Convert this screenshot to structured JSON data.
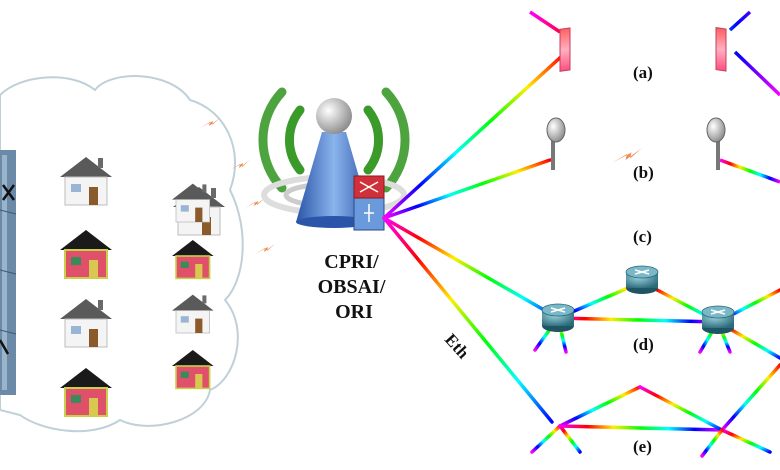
{
  "labels": {
    "radio_protocols": [
      "CPRI/",
      "OBSAI/",
      "ORI"
    ],
    "eth": "Eth",
    "option_a": "(a)",
    "option_b": "(b)",
    "option_c": "(c)",
    "option_d": "(d)",
    "option_e": "(e)"
  },
  "icons": {
    "antenna_tower": "radio-tower-icon",
    "switch": "network-switch-icon",
    "house": "house-icon",
    "building": "building-icon",
    "mirror": "fso-mirror-icon",
    "dish": "microwave-dish-icon",
    "router": "router-icon",
    "wireless": "lightning-bolt-icon"
  },
  "colors": {
    "rainbow": [
      "#ff0000",
      "#ff8800",
      "#ffff00",
      "#00ff00",
      "#00ffff",
      "#0000ff",
      "#ff00ff"
    ],
    "tower_blue": "#3a6fc4",
    "waves_green": "#3a9a2a",
    "switch_red": "#d0303a",
    "router_teal": "#3a8a9a",
    "router_blue": "#2a7ad4",
    "cloud_border": "#c0d0d8",
    "bolt_orange": "#f08a50"
  }
}
